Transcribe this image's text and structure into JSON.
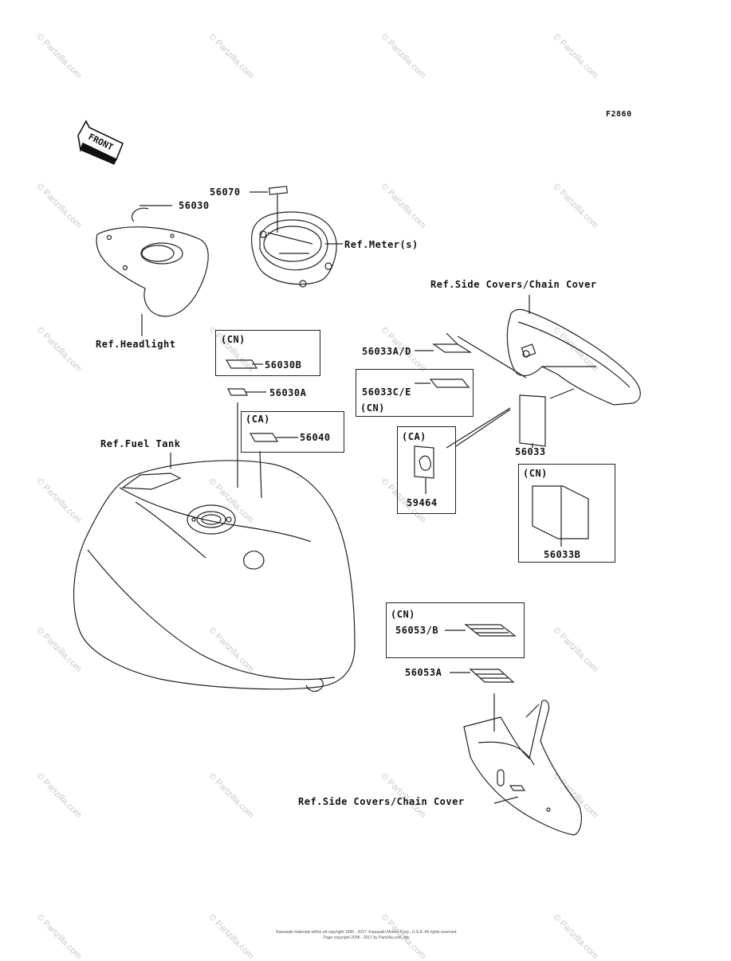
{
  "figure_code": "F2860",
  "front_arrow_text": "FRONT",
  "labels": {
    "p56070": "56070",
    "p56030": "56030",
    "ref_meter": "Ref.Meter(s)",
    "ref_headlight": "Ref.Headlight",
    "ref_side_covers_top": "Ref.Side Covers/Chain Cover",
    "p56033AD": "56033A/D",
    "p56033CE": "56033C/E",
    "p56030B": "56030B",
    "p56030A": "56030A",
    "p56040": "56040",
    "ref_fuel_tank": "Ref.Fuel Tank",
    "p56033": "56033",
    "p59464": "59464",
    "p56033B": "56033B",
    "p56053B": "56053/B",
    "p56053A": "56053A",
    "ref_side_covers_bottom": "Ref.Side Covers/Chain Cover"
  },
  "region_tags": {
    "cn": "(CN)",
    "ca": "(CA)"
  },
  "watermark": "© Partzilla.com",
  "footer": {
    "line1": "Kawasaki materials within all copyright 1995 - 2017. Kawasaki Motors Corp., U.S.A. All rights reserved.",
    "line2": "Page copyright 2008 - 2017 by Partzilla.com, Inc."
  }
}
